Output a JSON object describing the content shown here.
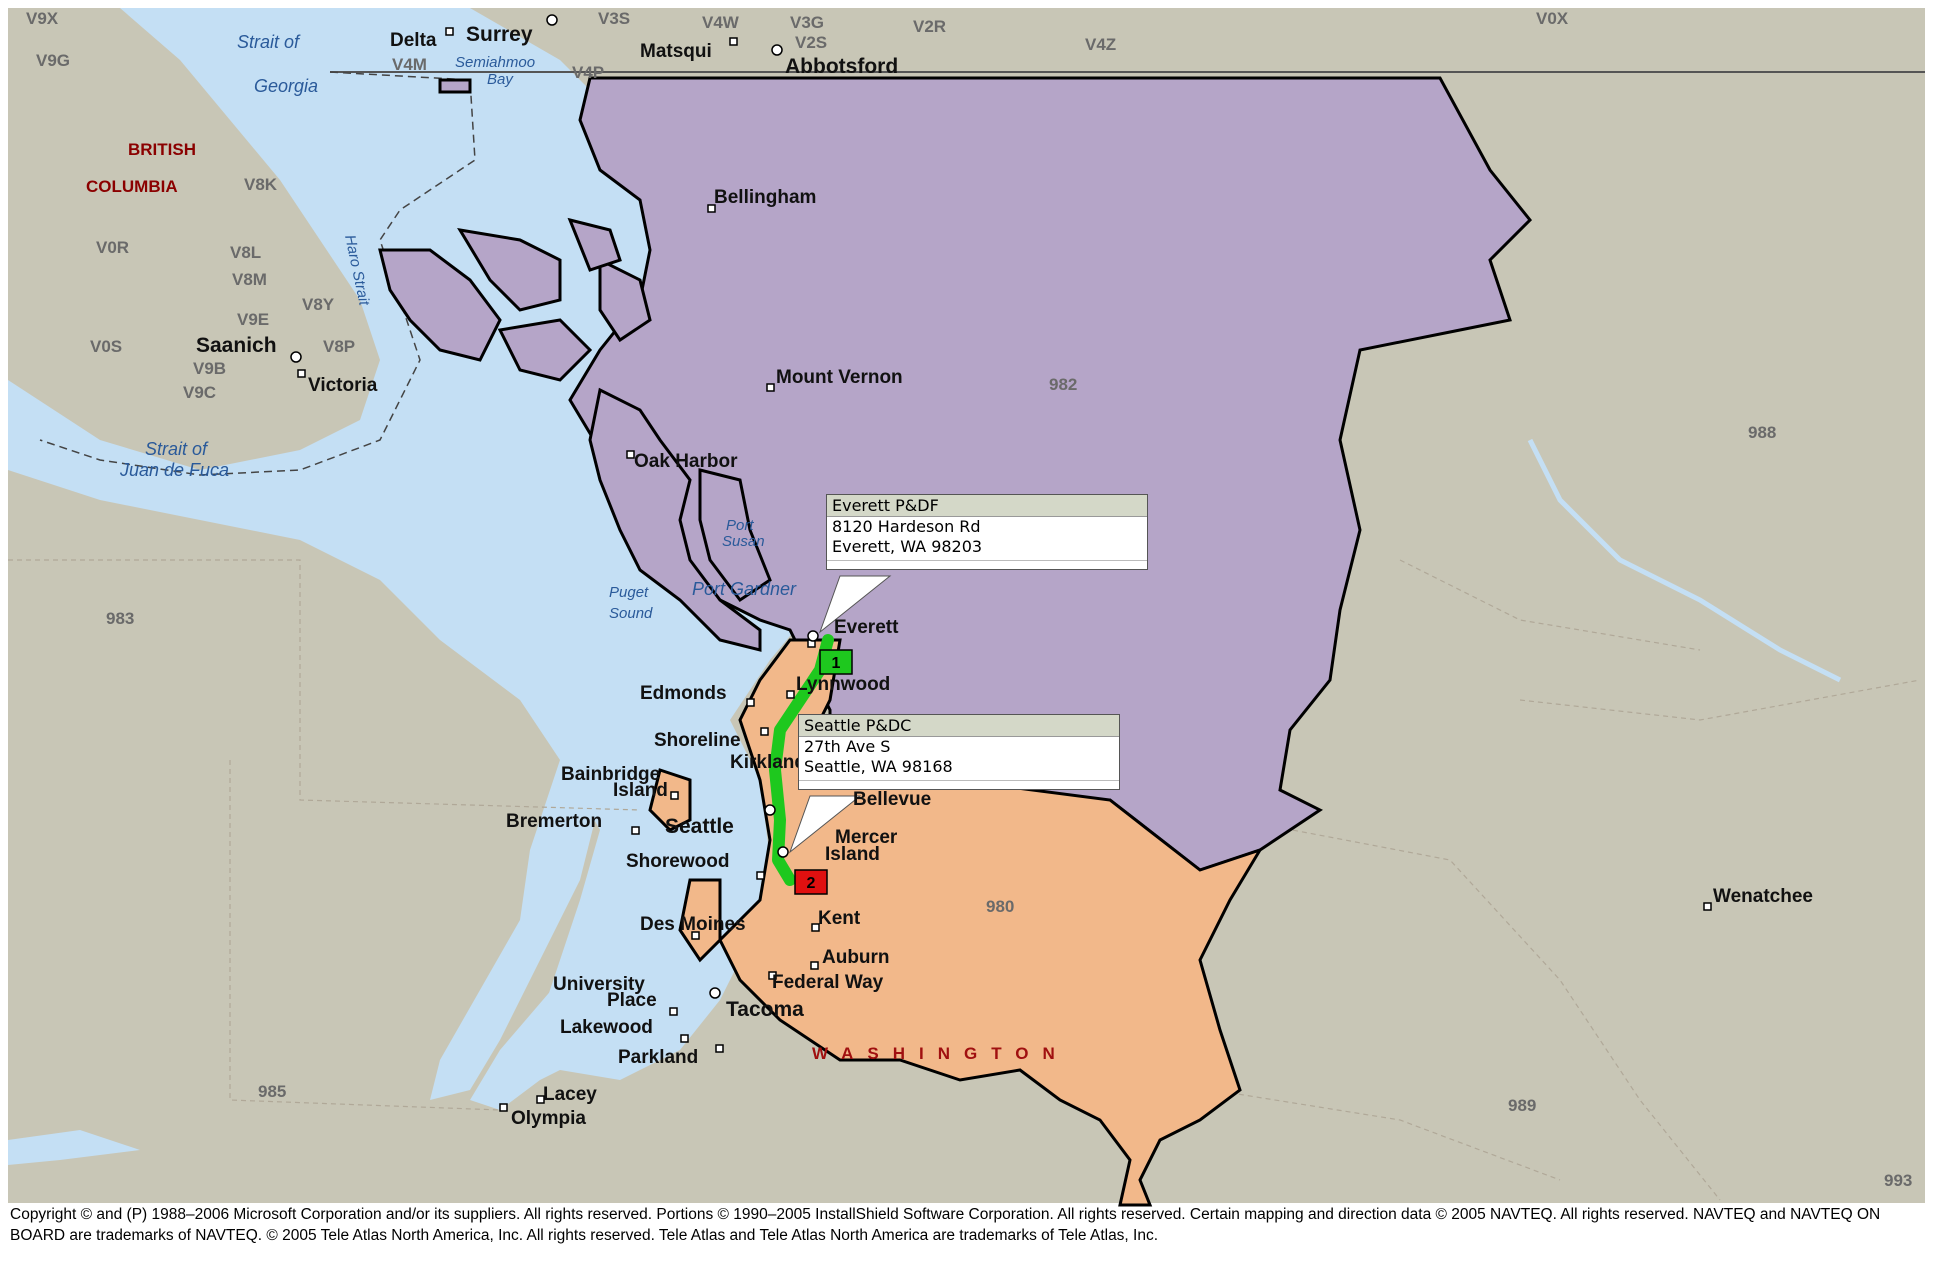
{
  "map": {
    "zip_regions": [
      "V9X",
      "V9G",
      "V4M",
      "V4P",
      "V3S",
      "V4W",
      "V3G",
      "V2S",
      "V2R",
      "V4Z",
      "V0X",
      "V8K",
      "V0R",
      "V8L",
      "V8M",
      "V8Y",
      "V9E",
      "V0S",
      "V8P",
      "V9B",
      "V9C",
      "982",
      "983",
      "988",
      "980",
      "985",
      "989",
      "993"
    ],
    "zip_labels": {
      "v9x": "V9X",
      "v9g": "V9G",
      "v4m": "V4M",
      "v4p": "V4P",
      "v3s": "V3S",
      "v4w": "V4W",
      "v3g": "V3G",
      "v2s": "V2S",
      "v2r": "V2R",
      "v4z": "V4Z",
      "v0x": "V0X",
      "v8k": "V8K",
      "v0r": "V0R",
      "v8l": "V8L",
      "v8m": "V8M",
      "v8y": "V8Y",
      "v9e": "V9E",
      "v0s": "V0S",
      "v8p": "V8P",
      "v9b": "V9B",
      "v9c": "V9C",
      "z982": "982",
      "z983": "983",
      "z988": "988",
      "z980": "980",
      "z985": "985",
      "z989": "989",
      "z993": "993"
    },
    "cities": {
      "delta": "Delta",
      "surrey": "Surrey",
      "matsqui": "Matsqui",
      "abbotsford": "Abbotsford",
      "bellingham": "Bellingham",
      "saanich": "Saanich",
      "victoria": "Victoria",
      "mount_vernon": "Mount Vernon",
      "oak_harbor": "Oak Harbor",
      "everett": "Everett",
      "edmonds": "Edmonds",
      "lynnwood": "Lynnwood",
      "shoreline": "Shoreline",
      "kirkland": "Kirkland",
      "bainbridge_1": "Bainbridge",
      "bainbridge_2": "Island",
      "bremerton": "Bremerton",
      "seattle": "Seattle",
      "bellevue": "Bellevue",
      "mercer_1": "Mercer",
      "mercer_2": "Island",
      "shorewood": "Shorewood",
      "des_moines": "Des Moines",
      "kent": "Kent",
      "auburn": "Auburn",
      "federal_way": "Federal Way",
      "university_1": "University",
      "university_2": "Place",
      "tacoma": "Tacoma",
      "lakewood": "Lakewood",
      "parkland": "Parkland",
      "lacey": "Lacey",
      "olympia": "Olympia",
      "wenatchee": "Wenatchee"
    },
    "water": {
      "strait_georgia_1": "Strait of",
      "strait_georgia_2": "Georgia",
      "semiahmoo_1": "Semiahmoo",
      "semiahmoo_2": "Bay",
      "haro": "Haro Strait",
      "juan_1": "Strait of",
      "juan_2": "Juan de Fuca",
      "port_susan_1": "Port",
      "port_susan_2": "Susan",
      "port_gardner": "Port Gardner",
      "puget_1": "Puget",
      "puget_2": "Sound"
    },
    "regions": {
      "british": "BRITISH",
      "columbia": "COLUMBIA",
      "state": "WASHINGTON"
    },
    "colors": {
      "land": "#c8c6b6",
      "water": "#c4dff4",
      "zone_982": "#b5a5c8",
      "zone_980": "#f2b88a",
      "route": "#1ec81e",
      "marker_start": "#1ec81e",
      "marker_end": "#e01010"
    },
    "route_markers": {
      "start": "1",
      "end": "2"
    }
  },
  "callouts": {
    "everett": {
      "title": "Everett P&DF",
      "line1": "8120 Hardeson Rd",
      "line2": "Everett, WA 98203"
    },
    "seattle": {
      "title": "Seattle P&DC",
      "line1": "27th Ave S",
      "line2": "Seattle, WA 98168"
    }
  },
  "copyright": "Copyright © and (P) 1988–2006 Microsoft Corporation and/or its suppliers. All rights reserved. Portions © 1990–2005 InstallShield Software Corporation. All rights reserved. Certain mapping and direction data © 2005 NAVTEQ. All rights reserved. NAVTEQ and NAVTEQ ON BOARD are trademarks of NAVTEQ. © 2005 Tele Atlas North America, Inc. All rights reserved. Tele Atlas and Tele Atlas North America are trademarks of Tele Atlas, Inc."
}
